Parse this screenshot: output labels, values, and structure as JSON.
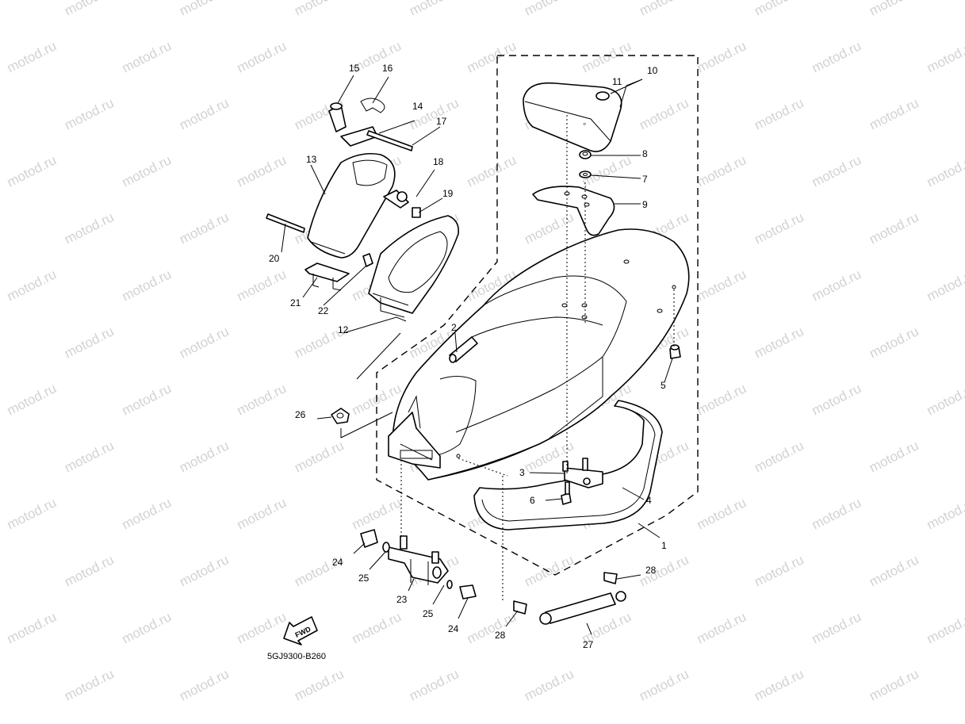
{
  "watermark": "motod.ru",
  "diagram_code": "5GJ9300-B260",
  "fwd_label": "FWD",
  "callouts": {
    "c1": "1",
    "c2": "2",
    "c3": "3",
    "c4": "4",
    "c5": "5",
    "c6": "6",
    "c7": "7",
    "c8": "8",
    "c9": "9",
    "c10": "10",
    "c11": "11",
    "c12": "12",
    "c13": "13",
    "c14": "14",
    "c15": "15",
    "c16": "16",
    "c17": "17",
    "c18": "18",
    "c19": "19",
    "c20": "20",
    "c21": "21",
    "c22": "22",
    "c23": "23",
    "c24a": "24",
    "c24b": "24",
    "c25a": "25",
    "c25b": "25",
    "c26": "26",
    "c27": "27",
    "c28a": "28",
    "c28b": "28"
  }
}
